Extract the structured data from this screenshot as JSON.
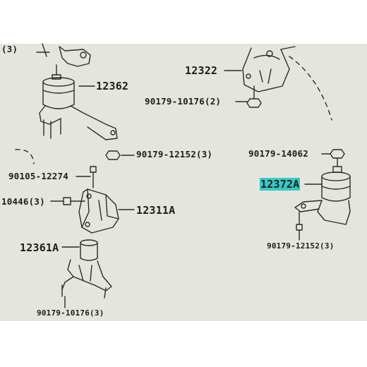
{
  "labels": {
    "part_12322": "12322",
    "part_12362": "12362",
    "bolt_90179_10176_top": "90179-10176(2)",
    "bolt_90179_12152_left": "90179-12152(3)",
    "bolt_90179_14062": "90179-14062",
    "bolt_90105_12274": "90105-12274",
    "bolt_10446": "10446(3)",
    "part_12311A": "12311A",
    "part_12372A": "12372A",
    "bolt_90179_12152_right": "90179-12152(3)",
    "part_12361A": "12361A",
    "bolt_90179_10176_bottom": "90179-10176(3)",
    "corner_partial": "(3)"
  },
  "colors": {
    "sheet": "#e4e6de",
    "ink": "#1d1d1d",
    "highlight": "#37c9c4"
  }
}
